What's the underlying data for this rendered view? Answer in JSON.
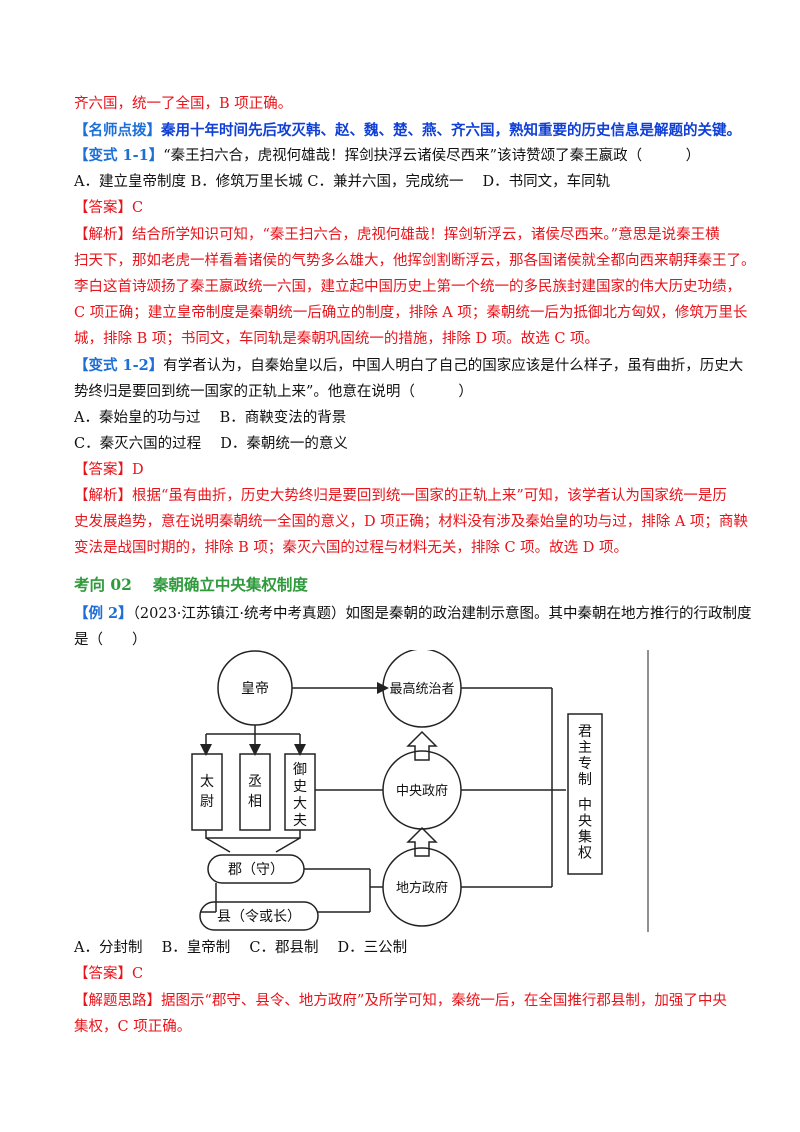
{
  "lines": {
    "l1": "齐六国，统一了全国，B 项正确。",
    "l2_tag": "【名师点拨】",
    "l2_text": "秦用十年时间先后攻灭韩、赵、魏、楚、燕、齐六国，熟知重要的历史信息是解题的关键。",
    "q11_tag": "【变式 1-1】",
    "q11_text": "“秦王扫六合，虎视何雄哉！挥剑抉浮云诸侯尽西来”该诗赞颂了秦王嬴政（　　　）",
    "q11_opts": "A．建立皇帝制度 B．修筑万里长城 C．兼并六国，完成统一　 D．书同文，车同轨",
    "ans1_tag": "【答案】",
    "ans1_val": "C",
    "exp1_tag": "【解析】",
    "exp1_l1": "结合所学知识可知，“秦王扫六合，虎视何雄哉！挥剑斩浮云，诸侯尽西来。”意思是说秦王横",
    "exp1_l2": "扫天下，那如老虎一样看着诸侯的气势多么雄大，他挥剑割断浮云，那各国诸侯就全都向西来朝拜秦王了。",
    "exp1_l3": "李白这首诗颂扬了秦王嬴政统一六国，建立起中国历史上第一个统一的多民族封建国家的伟大历史功绩，",
    "exp1_l4": "C 项正确；建立皇帝制度是秦朝统一后确立的制度，排除 A 项；秦朝统一后为抵御北方匈奴，修筑万里长",
    "exp1_l5": "城，排除 B 项；书同文，车同轨是秦朝巩固统一的措施，排除 D 项。故选 C 项。",
    "q12_tag": "【变式 1-2】",
    "q12_l1": "有学者认为，自秦始皇以后，中国人明白了自己的国家应该是什么样子，虽有曲折，历史大",
    "q12_l2": "势终归是要回到统一国家的正轨上来”。他意在说明（　　　）",
    "q12_opt1": "A．秦始皇的功与过　 B．商鞅变法的背景",
    "q12_opt2": "C．秦灭六国的过程　 D．秦朝统一的意义",
    "ans2_tag": "【答案】",
    "ans2_val": "D",
    "exp2_tag": "【解析】",
    "exp2_l1": "根据“虽有曲折，历史大势终归是要回到统一国家的正轨上来”可知，该学者认为国家统一是历",
    "exp2_l2": "史发展趋势，意在说明秦朝统一全国的意义，D 项正确；材料没有涉及秦始皇的功与过，排除 A 项；商鞅",
    "exp2_l3": "变法是战国时期的，排除 B 项；秦灭六国的过程与材料无关，排除 C 项。故选 D 项。",
    "sec_title": "考向 02　 秦朝确立中央集权制度",
    "ex2_tag": "【例 2】",
    "ex2_l1": "（2023·江苏镇江·统考中考真题）如图是秦朝的政治建制示意图。其中秦朝在地方推行的行政制度",
    "ex2_l2": "是（　　）",
    "ex2_opts": "A．分封制　 B．皇帝制　 C．郡县制　 D．三公制",
    "ans3_tag": "【答案】",
    "ans3_val": "C",
    "idea_tag": "【解题思路】",
    "idea_l1": "据图示“郡守、县令、地方政府”及所学可知，秦统一后，在全国推行郡县制，加强了中央",
    "idea_l2": "集权，C 项正确。"
  },
  "diagram": {
    "emperor": "皇帝",
    "taiwei": "太尉",
    "chengxiang": "丞相",
    "yushi": "御史大夫",
    "jun": "郡（守）",
    "xian": "县（令或长）",
    "supreme": "最高统治者",
    "central": "中央政府",
    "local": "地方政府",
    "side": "君主专制 中央集权"
  }
}
